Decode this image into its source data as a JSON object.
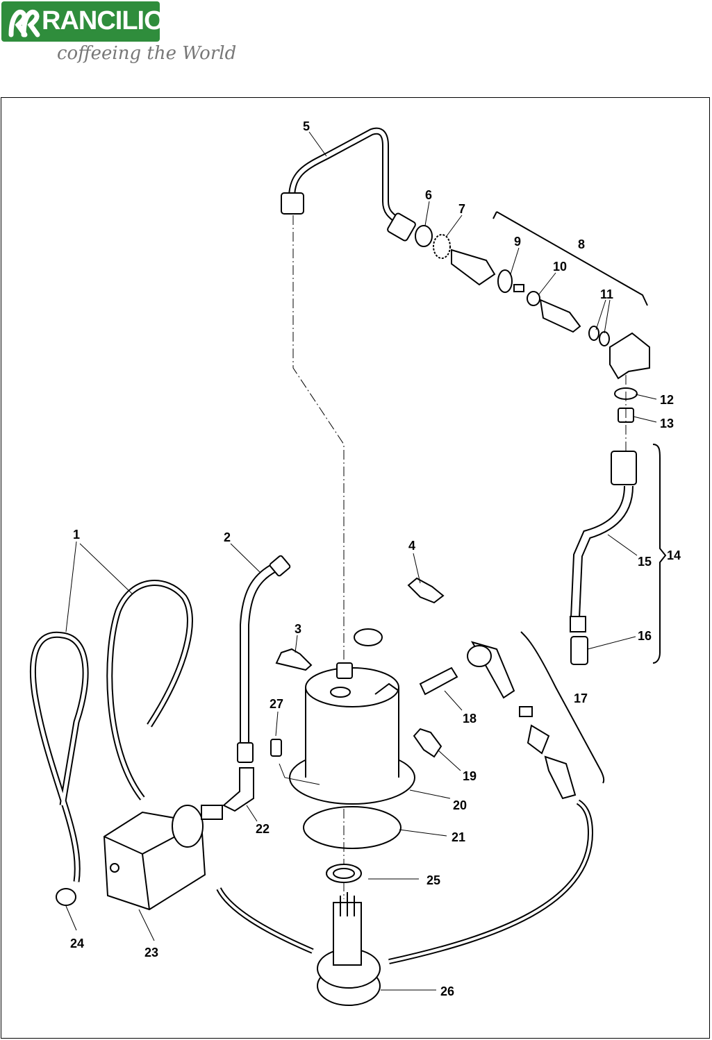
{
  "brand": {
    "name": "RANCILIO",
    "tagline": "coffeeing the World",
    "color": "#2f8d3c"
  },
  "diagram": {
    "callouts": [
      "1",
      "2",
      "3",
      "4",
      "5",
      "6",
      "7",
      "8",
      "9",
      "10",
      "11",
      "12",
      "13",
      "14",
      "15",
      "16",
      "17",
      "18",
      "19",
      "20",
      "21",
      "22",
      "23",
      "24",
      "25",
      "26",
      "27"
    ]
  }
}
